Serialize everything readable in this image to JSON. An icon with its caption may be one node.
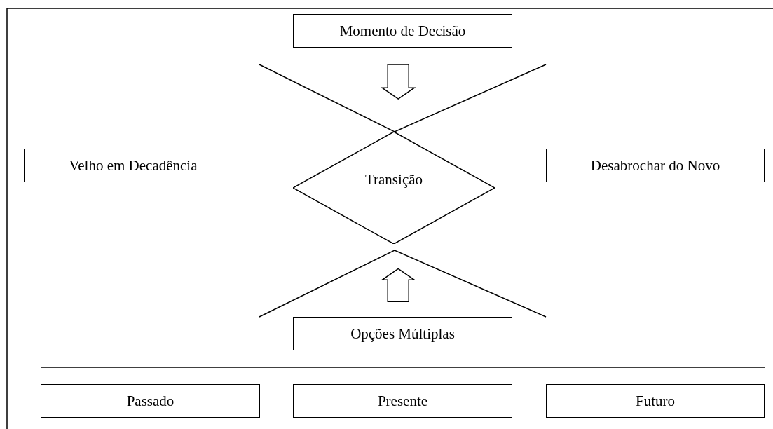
{
  "diagram": {
    "nodes": [
      {
        "text": [
          "Momento de Decisão"
        ]
      },
      {
        "text": [
          "Velho em Decadência"
        ]
      },
      {
        "text": [
          "Transição"
        ]
      },
      {
        "text": [
          "Desabrochar do Novo"
        ]
      },
      {
        "text": [
          "Opções Múltiplas"
        ]
      },
      {
        "text": [
          "Passado"
        ]
      },
      {
        "text": [
          "Presente"
        ]
      },
      {
        "text": [
          "Futuro"
        ]
      }
    ],
    "edges": [
      {
        "from": 0,
        "to": 2,
        "arrow": "to"
      },
      {
        "from": 4,
        "to": 2,
        "arrow": "to"
      }
    ]
  }
}
